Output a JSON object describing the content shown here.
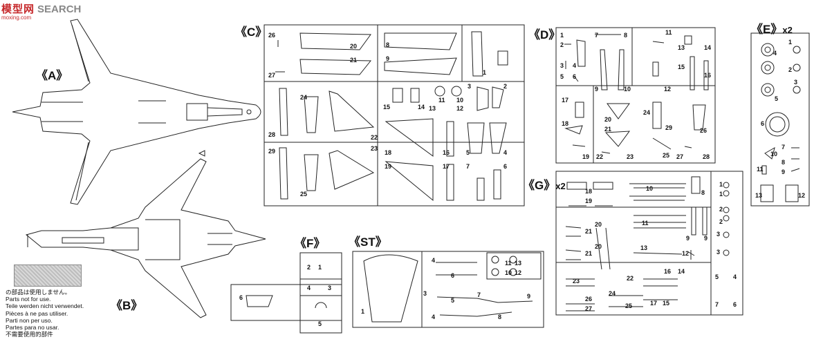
{
  "watermark": {
    "brand": "模型网",
    "search": "SEARCH",
    "url": "moxing.com"
  },
  "labels": {
    "A": "《A》",
    "B": "《B》",
    "C": "《C》",
    "D": "《D》",
    "E": "《E》",
    "E_mult": "x2",
    "F": "《F》",
    "ST": "《ST》",
    "G": "《G》",
    "G_mult": "x2"
  },
  "notes": [
    "の部品は使用しません。",
    "Parts not for use.",
    "Teile werden nicht verwendet.",
    "Pièces à ne pas utiliser.",
    "Parti non per uso.",
    "Partes para no usar.",
    "不需要使用的部件"
  ],
  "parts_C": [
    "26",
    "20",
    "8",
    "27",
    "21",
    "9",
    "1",
    "24",
    "3",
    "2",
    "15",
    "14",
    "11",
    "10",
    "13",
    "12",
    "28",
    "22",
    "23",
    "16",
    "5",
    "4",
    "18",
    "29",
    "19",
    "17",
    "7",
    "6",
    "25"
  ],
  "parts_D": [
    "1",
    "7",
    "8",
    "11",
    "2",
    "13",
    "14",
    "3",
    "4",
    "15",
    "16",
    "5",
    "6",
    "9",
    "10",
    "12",
    "17",
    "24",
    "20",
    "18",
    "29",
    "21",
    "26",
    "19",
    "22",
    "23",
    "25",
    "27",
    "28"
  ],
  "parts_E": [
    "1",
    "4",
    "2",
    "3",
    "5",
    "6",
    "10",
    "7",
    "8",
    "11",
    "9",
    "13",
    "12"
  ],
  "parts_F": [
    "2",
    "1",
    "4",
    "3",
    "6",
    "5"
  ],
  "parts_ST": [
    "4",
    "6",
    "11",
    "13",
    "10",
    "12",
    "3",
    "5",
    "7",
    "9",
    "1",
    "4",
    "8"
  ],
  "parts_G": [
    "18",
    "10",
    "1",
    "19",
    "8",
    "1",
    "2",
    "20",
    "21",
    "11",
    "9",
    "9",
    "2",
    "20",
    "21",
    "13",
    "12",
    "3",
    "3",
    "16",
    "14",
    "5",
    "4",
    "23",
    "22",
    "26",
    "24",
    "17",
    "15",
    "7",
    "6",
    "27",
    "25"
  ]
}
